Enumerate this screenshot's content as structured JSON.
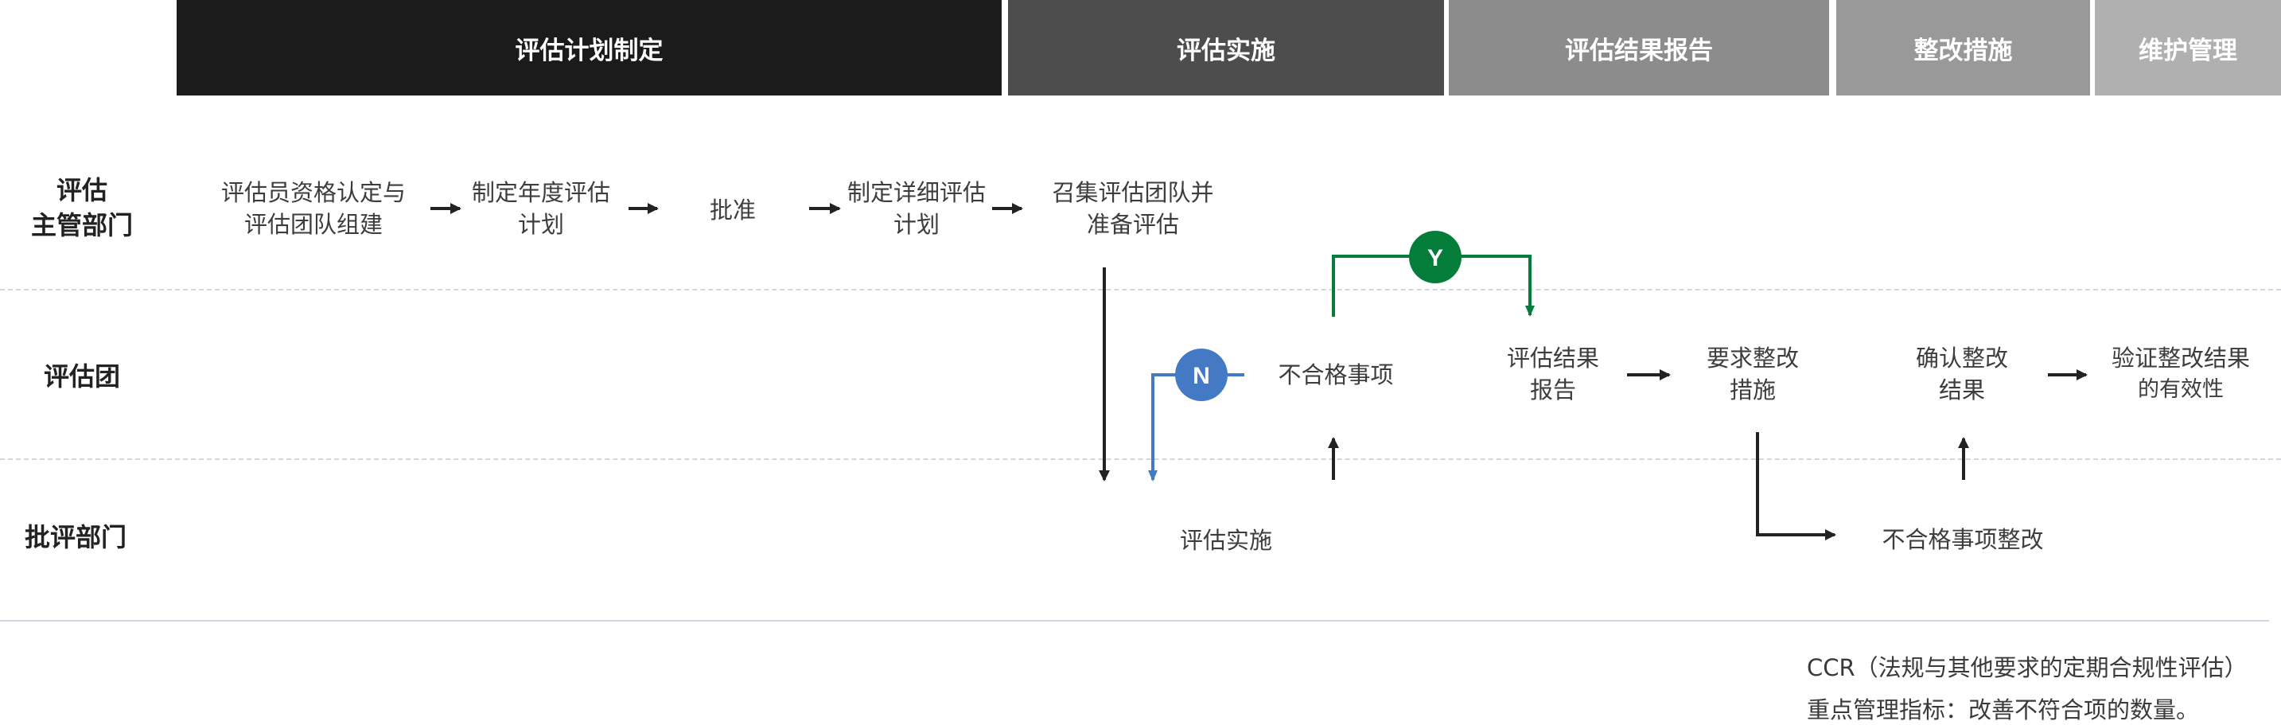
{
  "phases": [
    {
      "label": "评估计划制定",
      "color": "#1b1b1b"
    },
    {
      "label": "评估实施",
      "color": "#4d4d4d"
    },
    {
      "label": "评估结果报告",
      "color": "#8c8c8c"
    },
    {
      "label": "整改措施",
      "color": "#999999"
    },
    {
      "label": "维护管理",
      "color": "#b0b0b0"
    }
  ],
  "lanes": [
    {
      "label_line1": "评估",
      "label_line2": "主管部门"
    },
    {
      "label_line1": "评估团"
    },
    {
      "label_line1": "批评部门"
    }
  ],
  "steps": {
    "qualification": {
      "line1": "评估员资格认定与",
      "line2": "评估团队组建"
    },
    "annual_plan": {
      "line1": "制定年度评估",
      "line2": "计划"
    },
    "approval": {
      "line1": "批准"
    },
    "detailed_plan": {
      "line1": "制定详细评估",
      "line2": "计划"
    },
    "convene": {
      "line1": "召集评估团队并",
      "line2": "准备评估"
    },
    "nonconformity": {
      "line1": "不合格事项"
    },
    "implementation": {
      "line1": "评估实施"
    },
    "result_report": {
      "line1": "评估结果",
      "line2": "报告"
    },
    "require_correction": {
      "line1": "要求整改",
      "line2": "措施"
    },
    "confirm_correction": {
      "line1": "确认整改",
      "line2": "结果"
    },
    "verify_effectiveness": {
      "line1": "验证整改结果",
      "line2": "的有效性"
    },
    "nonconformity_correction": {
      "line1": "不合格事项整改"
    }
  },
  "decisions": {
    "yes": {
      "label": "Y",
      "color": "#057d3a"
    },
    "no": {
      "label": "N",
      "color": "#4479c4"
    }
  },
  "footnotes": [
    "CCR（法规与其他要求的定期合规性评估）",
    "重点管理指标：改善不符合项的数量。"
  ]
}
